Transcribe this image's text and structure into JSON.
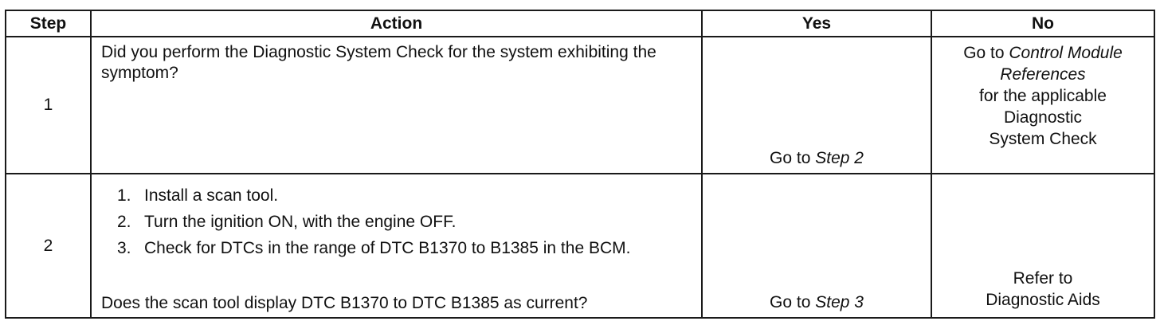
{
  "table": {
    "headers": {
      "step": "Step",
      "action": "Action",
      "yes": "Yes",
      "no": "No"
    },
    "rows": [
      {
        "step": "1",
        "action_text": "Did you perform the Diagnostic System Check for the system exhibiting the symptom?",
        "yes_prefix": "Go to ",
        "yes_link": "Step 2",
        "no_prefix": "Go to ",
        "no_link": "Control Module References",
        "no_suffix": "for the applicable Diagnostic System Check"
      },
      {
        "step": "2",
        "action_steps": [
          {
            "num": "1.",
            "text": "Install a scan tool."
          },
          {
            "num": "2.",
            "text": "Turn the ignition ON, with the engine OFF."
          },
          {
            "num": "3.",
            "text": "Check for DTCs in the range of DTC B1370 to B1385 in the BCM."
          }
        ],
        "action_question": "Does the scan tool display DTC B1370 to DTC B1385 as current?",
        "yes_prefix": "Go to ",
        "yes_link": "Step 3",
        "no_text_line1": "Refer to",
        "no_text_line2": "Diagnostic Aids"
      }
    ]
  }
}
